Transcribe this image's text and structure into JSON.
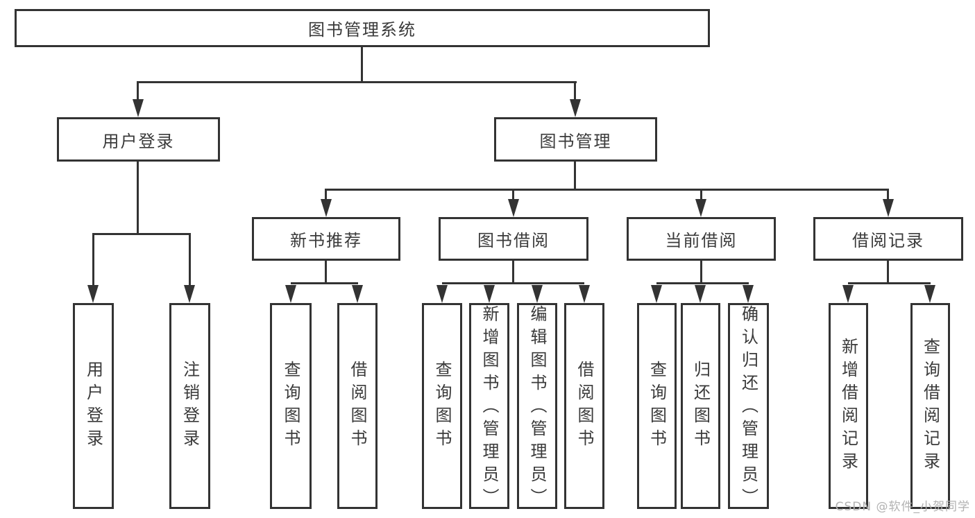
{
  "tree": {
    "label": "图书管理系统",
    "children": [
      {
        "label": "用户登录",
        "children": [
          {
            "label": "用户登录"
          },
          {
            "label": "注销登录"
          }
        ]
      },
      {
        "label": "图书管理",
        "children": [
          {
            "label": "新书推荐",
            "children": [
              {
                "label": "查询图书"
              },
              {
                "label": "借阅图书"
              }
            ]
          },
          {
            "label": "图书借阅",
            "children": [
              {
                "label": "查询图书"
              },
              {
                "label": "新增图书（管理员）"
              },
              {
                "label": "编辑图书（管理员）"
              },
              {
                "label": "借阅图书"
              }
            ]
          },
          {
            "label": "当前借阅",
            "children": [
              {
                "label": "查询图书"
              },
              {
                "label": "归还图书"
              },
              {
                "label": "确认归还（管理员）"
              }
            ]
          },
          {
            "label": "借阅记录",
            "children": [
              {
                "label": "新增借阅记录"
              },
              {
                "label": "查询借阅记录"
              }
            ]
          }
        ]
      }
    ]
  },
  "watermark": {
    "text": "CSDN @软件_小贺同学"
  },
  "colors": {
    "line": "#333333",
    "text": "#3a3a3a",
    "watermark": "#b2b2b2",
    "background": "#ffffff"
  }
}
